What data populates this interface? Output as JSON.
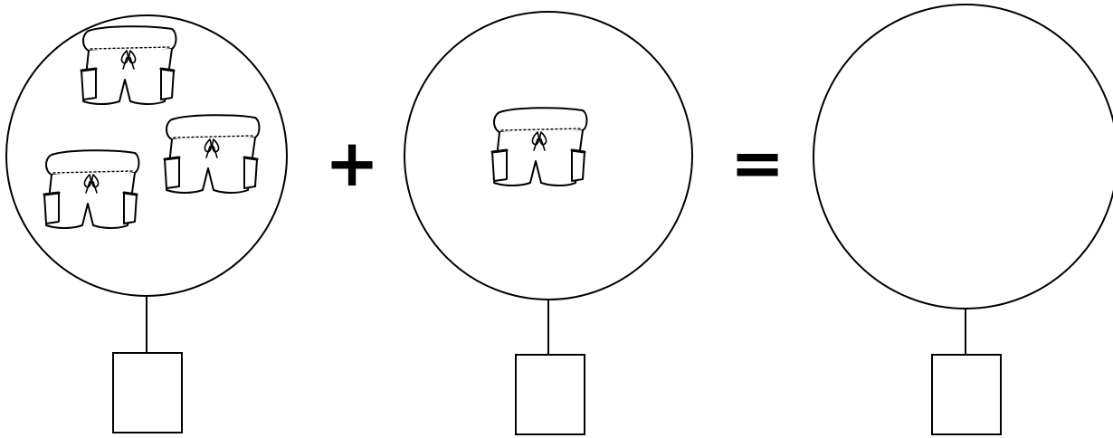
{
  "problem": {
    "operator_plus": "+",
    "operator_equals": "=",
    "groups": [
      {
        "id": "first-addend",
        "object": "shorts",
        "count": 3,
        "answer_box": ""
      },
      {
        "id": "second-addend",
        "object": "shorts",
        "count": 1,
        "answer_box": ""
      },
      {
        "id": "sum",
        "object": "shorts",
        "count": 0,
        "answer_box": ""
      }
    ]
  },
  "colors": {
    "stroke": "#000000",
    "background": "#ffffff"
  },
  "icons": {
    "item": "shorts-icon"
  }
}
